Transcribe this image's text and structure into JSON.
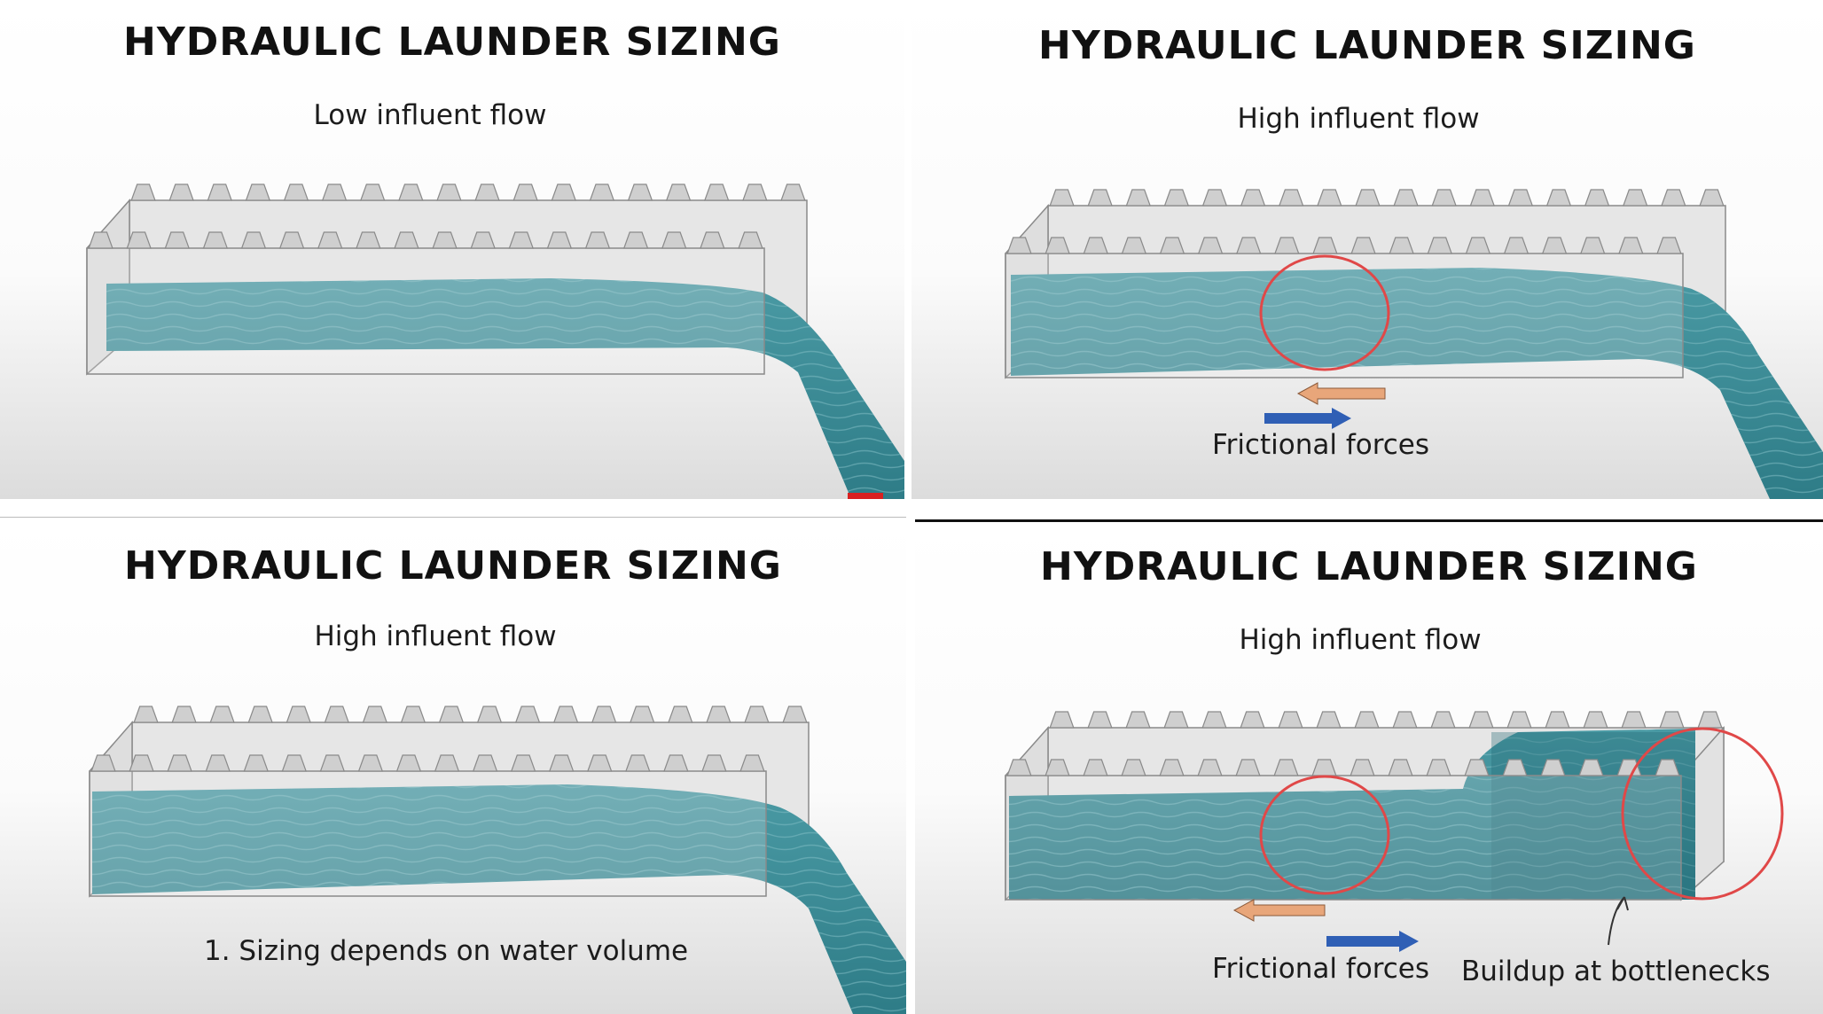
{
  "panels": [
    {
      "title": "HYDRAULIC LAUNDER SIZING",
      "subtitle": "Low influent flow"
    },
    {
      "title": "HYDRAULIC LAUNDER SIZING",
      "subtitle": "High influent flow",
      "arrow_label": "Frictional forces"
    },
    {
      "title": "HYDRAULIC LAUNDER SIZING",
      "subtitle": "High influent flow",
      "note": "1. Sizing depends on water volume"
    },
    {
      "title": "HYDRAULIC LAUNDER SIZING",
      "subtitle": "High influent flow",
      "arrow_label": "Frictional forces",
      "callout": "Buildup at bottlenecks"
    }
  ],
  "colors": {
    "water": "#3d8c97",
    "water_dark": "#246b76",
    "trough_fill": "#e6e6e6",
    "trough_stroke": "#8a8a8a",
    "circle": "#e04848",
    "arrow_orange": "#e8a67a",
    "arrow_blue": "#2f5fb5"
  }
}
